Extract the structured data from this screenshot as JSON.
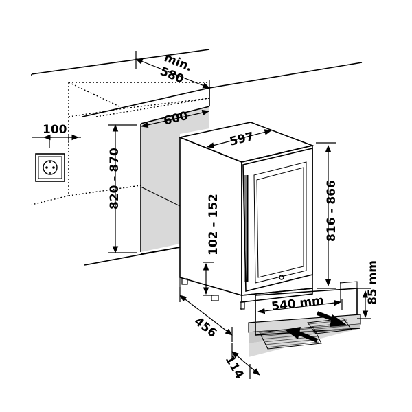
{
  "dimensions": {
    "niche_depth_min": {
      "prefix": "min.",
      "value": "580"
    },
    "niche_width": "600",
    "socket_offset": "100",
    "niche_height": "820 - 870",
    "unit_width": "597",
    "unit_height": "816 - 866",
    "plinth_height": "102 - 152",
    "unit_depth": "456",
    "grille_width": "540 mm",
    "grille_height": "85 mm",
    "plinth_depth": "114"
  },
  "colors": {
    "line": "#000000",
    "shade": "#d9d9d9",
    "shade_dark": "#c7c7c7",
    "vent_slats": "#bdbdbd"
  },
  "icons": {
    "socket": "power-socket-icon",
    "airflow_in": "airflow-in-arrow-icon",
    "airflow_out": "airflow-out-arrow-icon"
  }
}
